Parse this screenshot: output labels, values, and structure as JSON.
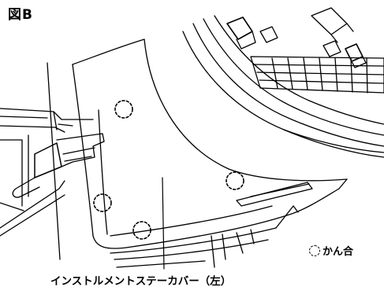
{
  "figure": {
    "label": "図B"
  },
  "legend": {
    "clip_text": "かん合",
    "marker_icon": "dashed-circle-icon"
  },
  "caption": {
    "text": "インストルメントステーカバー（左）"
  }
}
